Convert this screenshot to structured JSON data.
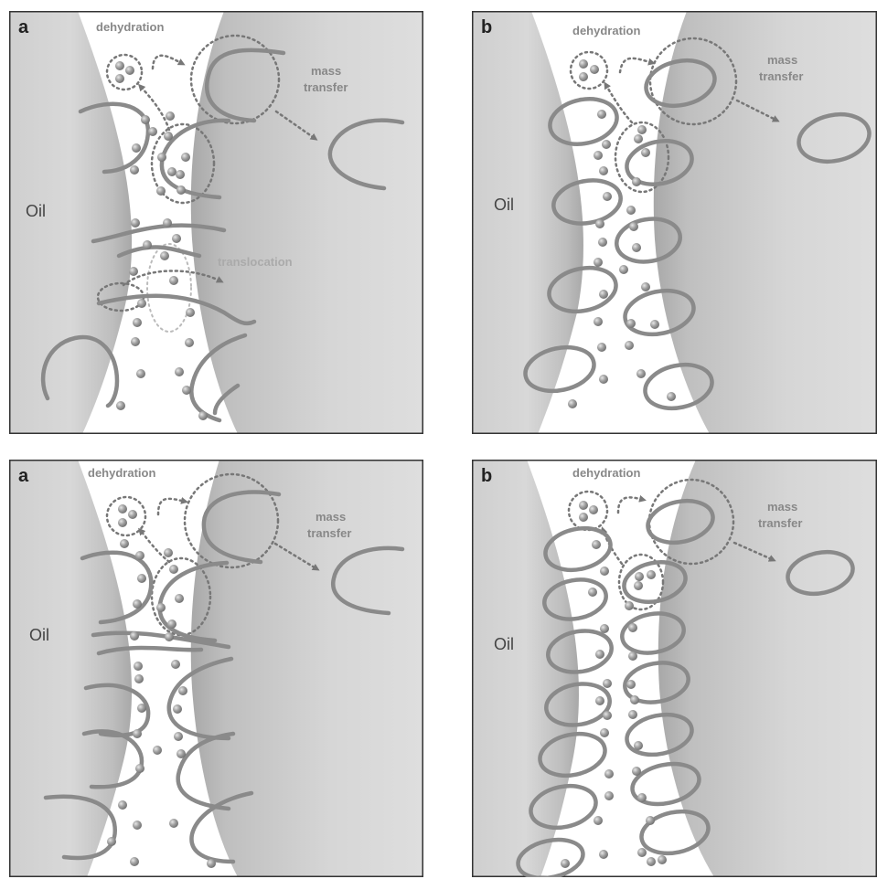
{
  "panels": [
    {
      "letter": "a",
      "dehydration": "dehydration",
      "mass1": "mass",
      "mass2": "transfer",
      "oil": "Oil",
      "translocation": "translocation"
    },
    {
      "letter": "b",
      "dehydration": "dehydration",
      "mass1": "mass",
      "mass2": "transfer",
      "oil": "Oil"
    },
    {
      "letter": "a",
      "dehydration": "dehydration",
      "mass1": "mass",
      "mass2": "transfer",
      "oil": "Oil"
    },
    {
      "letter": "b",
      "dehydration": "dehydration",
      "mass1": "mass",
      "mass2": "transfer",
      "oil": "Oil"
    }
  ],
  "colors": {
    "oil_dark": "#a9a9a9",
    "oil_light": "#dcdcdc",
    "chain": "#8a8a8a",
    "droplet": "#9a9a9a",
    "frame": "#333333"
  }
}
